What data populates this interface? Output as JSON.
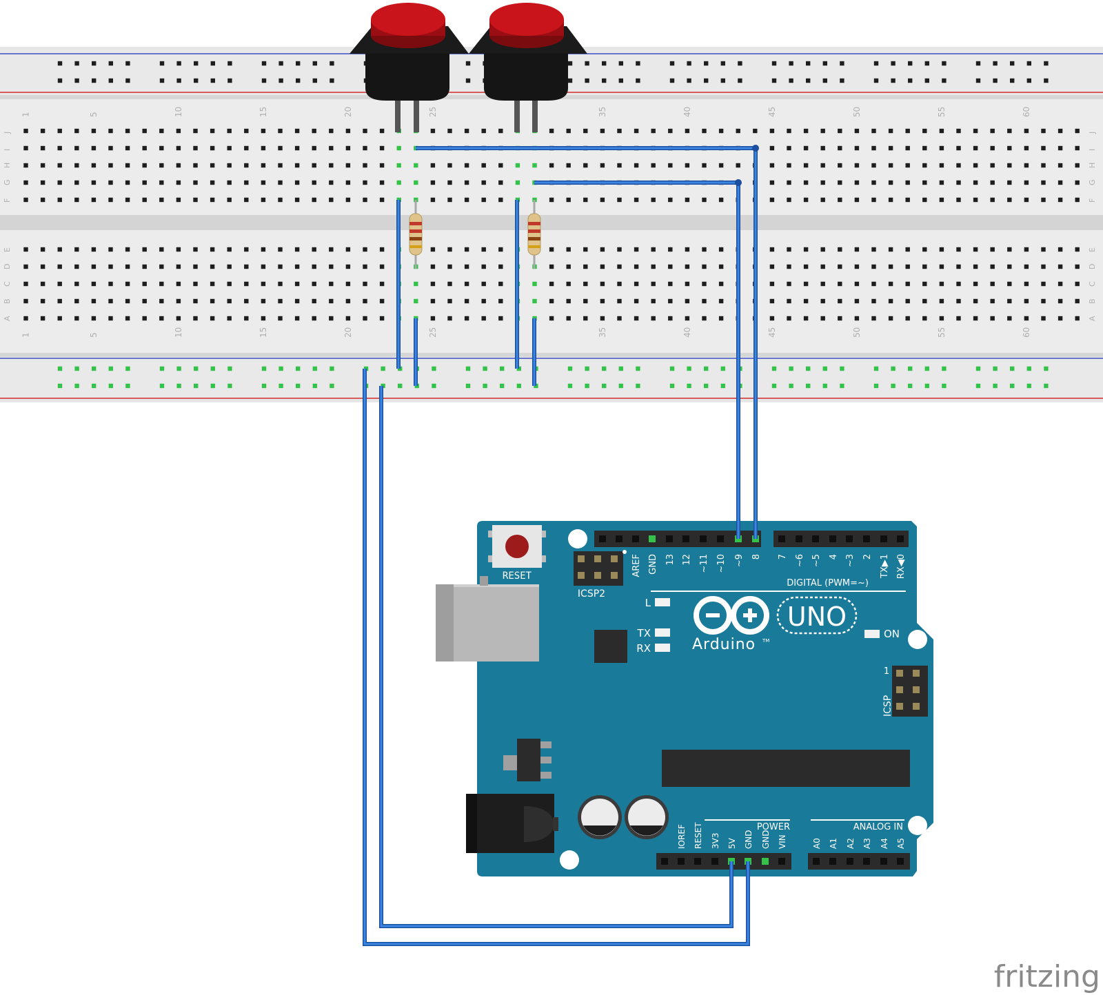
{
  "colors": {
    "board": "#1a7a99",
    "board_dark": "#125f78",
    "breadboard": "#e9e9e9",
    "rail_blue": "#3a4fc4",
    "rail_red": "#d02a2a",
    "wire": "#2a6fd1",
    "button_red": "#c8141a",
    "hole": "#1e1e1e",
    "hole_active": "#35c24a"
  },
  "breadboard": {
    "column_numbers": [
      "1",
      "5",
      "10",
      "15",
      "20",
      "25",
      "35",
      "40",
      "45",
      "50",
      "55",
      "60"
    ],
    "row_letters_top": [
      "J",
      "I",
      "H",
      "G",
      "F"
    ],
    "row_letters_bottom": [
      "E",
      "D",
      "C",
      "B",
      "A"
    ]
  },
  "arduino": {
    "reset_label": "RESET",
    "icsp2_label": "ICSP2",
    "icsp_label": "ICSP",
    "model": "UNO",
    "brand": "Arduino",
    "trademark": "TM",
    "digital_label": "DIGITAL (PWM=~)",
    "power_label": "POWER",
    "analog_label": "ANALOG IN",
    "led_l": "L",
    "led_tx": "TX",
    "led_rx": "RX",
    "led_on": "ON",
    "icsp_pin1": "1",
    "top_header_pins": [
      "AREF",
      "GND",
      "13",
      "12",
      "~11",
      "~10",
      "~9",
      "8"
    ],
    "top_header2_pins": [
      "7",
      "~6",
      "~5",
      "4",
      "~3",
      "2",
      "TX▶1",
      "RX◀0"
    ],
    "power_pins": [
      "IOREF",
      "RESET",
      "3V3",
      "5V",
      "GND",
      "GND",
      "VIN"
    ],
    "analog_pins": [
      "A0",
      "A1",
      "A2",
      "A3",
      "A4",
      "A5"
    ]
  },
  "watermark": "fritzing",
  "icons": [
    "pushbutton-icon",
    "resistor-icon",
    "usb-connector-icon",
    "dc-jack-icon",
    "capacitor-icon",
    "voltage-regulator-icon",
    "microcontroller-chip-icon"
  ]
}
